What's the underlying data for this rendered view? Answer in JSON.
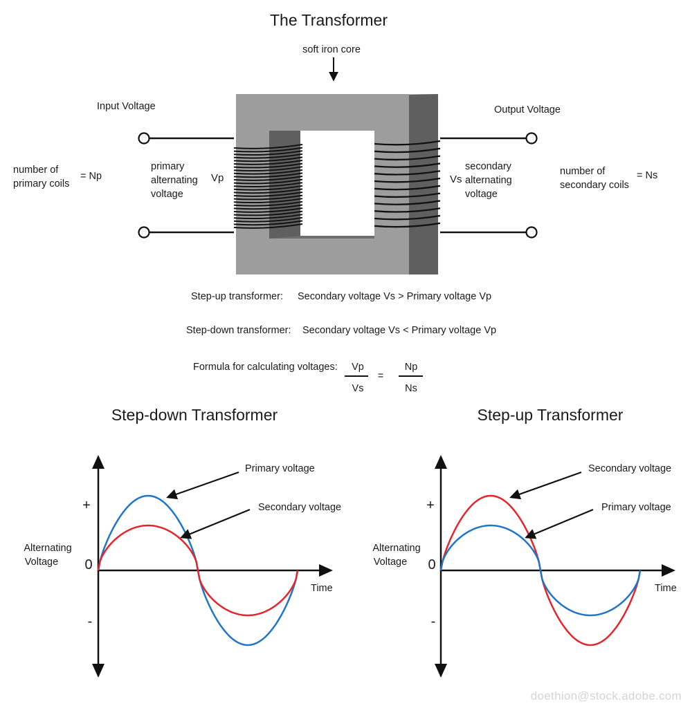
{
  "title": "The Transformer",
  "core_label": "soft iron core",
  "input_voltage": "Input Voltage",
  "output_voltage": "Output Voltage",
  "primary_coils": {
    "line1": "number of",
    "line2": "primary coils",
    "eq": "= Np"
  },
  "secondary_coils": {
    "line1": "number of",
    "line2": "secondary coils",
    "eq": "= Ns"
  },
  "primary_alt": [
    "primary",
    "alternating",
    "voltage"
  ],
  "secondary_alt": [
    "secondary",
    "alternating",
    "voltage"
  ],
  "vp": "Vp",
  "vs": "Vs",
  "step_up_line": {
    "label": "Step-up transformer:",
    "text": "Secondary voltage Vs  > Primary voltage Vp"
  },
  "step_down_line": {
    "label": "Step-down transformer:",
    "text": "Secondary voltage Vs  < Primary voltage Vp"
  },
  "formula": {
    "label": "Formula for calculating voltages:",
    "num_left": "Vp",
    "den_left": "Vs",
    "eq": "=",
    "num_right": "Np",
    "den_right": "Ns"
  },
  "colors": {
    "blue": "#1f75c7",
    "red": "#e3262b",
    "core_front": "#9d9d9d",
    "core_side": "#5f5f5f",
    "core_top": "#c4c4c4"
  },
  "graphs": [
    {
      "title": "Step-down Transformer",
      "ylabel": [
        "Alternating",
        "Voltage"
      ],
      "xlabel": "Time",
      "plus": "+",
      "zero": "0",
      "minus": "-",
      "top_label": "Primary voltage",
      "bottom_label": "Secondary voltage",
      "top_color": "blue",
      "bottom_color": "red"
    },
    {
      "title": "Step-up Transformer",
      "ylabel": [
        "Alternating",
        "Voltage"
      ],
      "xlabel": "Time",
      "plus": "+",
      "zero": "0",
      "minus": "-",
      "top_label": "Secondary voltage",
      "bottom_label": "Primary voltage",
      "top_color": "red",
      "bottom_color": "blue"
    }
  ],
  "watermark": "doethion@stock.adobe.com"
}
